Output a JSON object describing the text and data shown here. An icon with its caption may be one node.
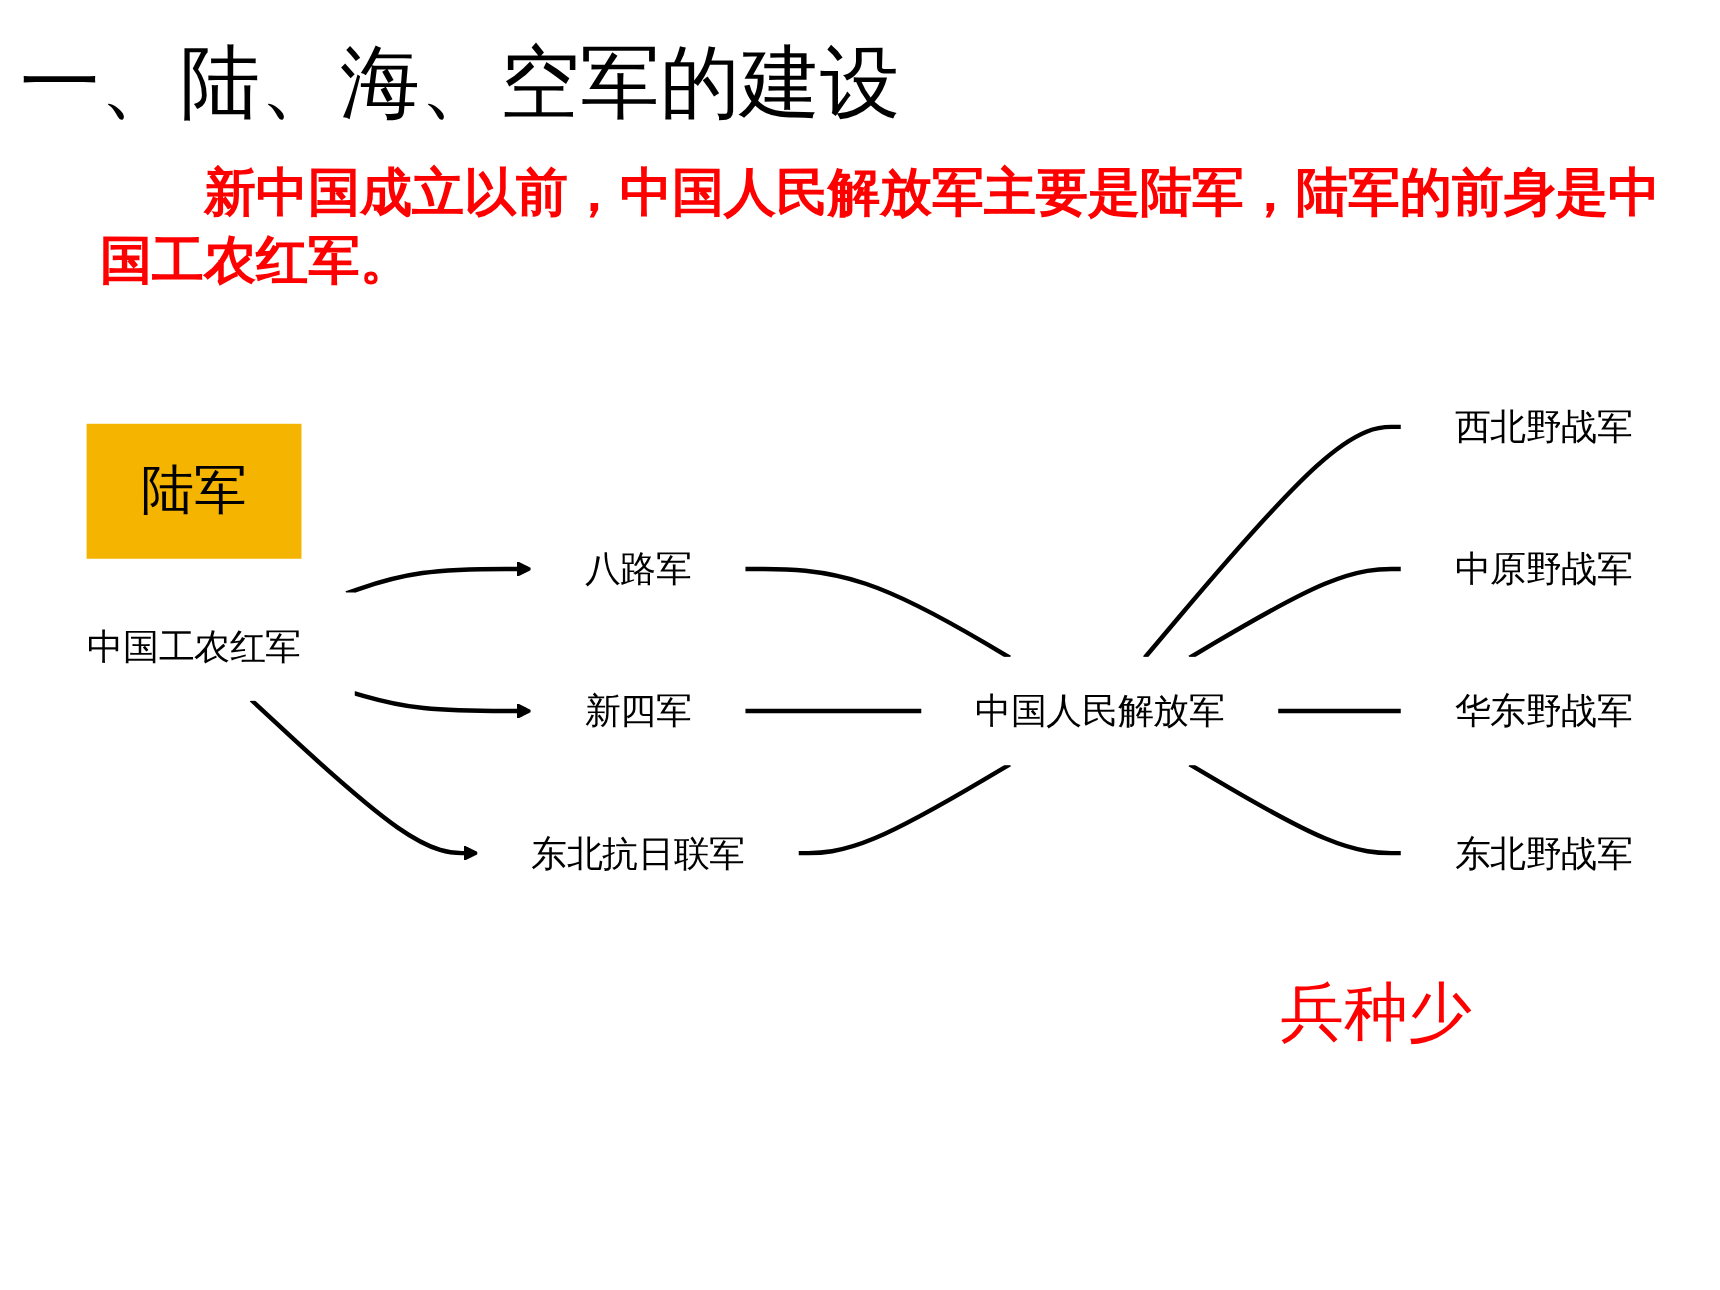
{
  "diagram": {
    "title": "一、陆、海、空军的建设",
    "nodes": [
      {
        "text": [
          "陆军"
        ]
      },
      {
        "text": [
          "中国工农红军"
        ]
      },
      {
        "text": [
          "八路军"
        ]
      },
      {
        "text": [
          "新四军"
        ]
      },
      {
        "text": [
          "东北抗日联军"
        ]
      },
      {
        "text": [
          "中国人民解放军"
        ]
      },
      {
        "text": [
          "西北野战军"
        ]
      },
      {
        "text": [
          "中原野战军"
        ]
      },
      {
        "text": [
          "华东野战军"
        ]
      },
      {
        "text": [
          "东北野战军"
        ]
      }
    ],
    "edges": [
      {
        "from": 1,
        "to": 2,
        "arrow": "to"
      },
      {
        "from": 1,
        "to": 3,
        "arrow": "to"
      },
      {
        "from": 1,
        "to": 4,
        "arrow": "to"
      },
      {
        "from": 2,
        "to": 5,
        "arrow": "none"
      },
      {
        "from": 3,
        "to": 5,
        "arrow": "none"
      },
      {
        "from": 4,
        "to": 5,
        "arrow": "none"
      },
      {
        "from": 5,
        "to": 6,
        "arrow": "none"
      },
      {
        "from": 5,
        "to": 7,
        "arrow": "none"
      },
      {
        "from": 5,
        "to": 8,
        "arrow": "none"
      },
      {
        "from": 5,
        "to": 9,
        "arrow": "none"
      }
    ],
    "labels": [
      "新中国成立以前，中国人民解放军主要是陆军，陆军的前身是中国工农红军。",
      "兵种少"
    ]
  }
}
